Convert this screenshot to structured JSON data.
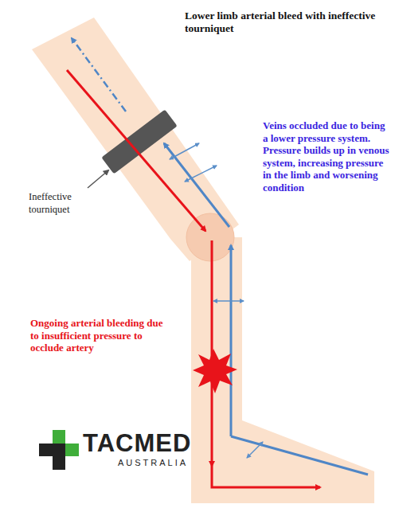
{
  "diagram": {
    "title": "Lower limb arterial bleed with ineffective tourniquet",
    "labels": [
      "Veins occluded due to being a lower pressure system. Pressure builds up in venous system, increasing pressure in the limb and worsening condition",
      "Ineffective tourniquet",
      "Ongoing arterial bleeding due to insufficient pressure to occlude artery",
      "TACMED",
      "AUSTRALIA"
    ]
  }
}
